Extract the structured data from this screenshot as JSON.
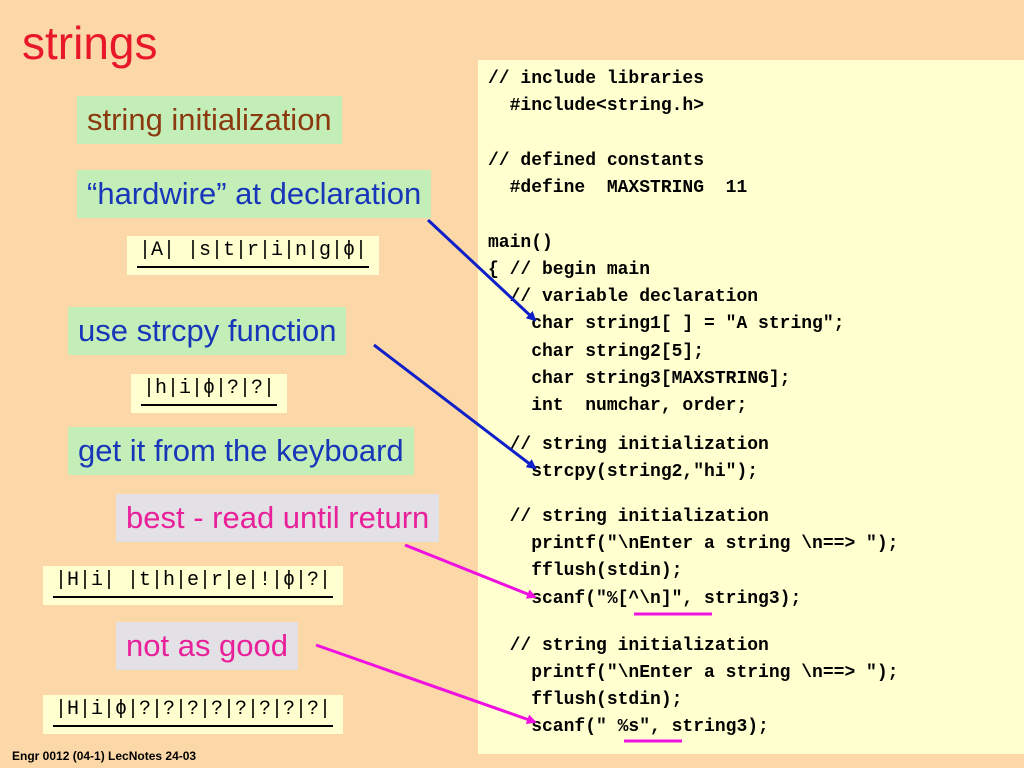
{
  "slide": {
    "title": "strings",
    "footer": "Engr 0012 (04-1) LecNotes 24-03"
  },
  "labels": {
    "string_initialization": "string initialization",
    "hardwire": "“hardwire” at declaration",
    "use_strcpy": "use strcpy function",
    "get_keyboard": "get it from the keyboard",
    "best_read": "best - read until return",
    "not_as_good": "not as good"
  },
  "memory": {
    "hardwire": "|A| |s|t|r|i|n|g|ϕ|",
    "strcpy": "|h|i|ϕ|?|?|",
    "best": "|H|i| |t|h|e|r|e|!|ϕ|?|",
    "not_good": "|H|i|ϕ|?|?|?|?|?|?|?|?|"
  },
  "code": {
    "lines": [
      "// include libraries",
      "  #include<string.h>",
      "",
      "// defined constants",
      "  #define  MAXSTRING  11",
      "",
      "main()",
      "{ // begin main",
      "  // variable declaration",
      "    char string1[ ] = \"A string\";",
      "    char string2[5];",
      "    char string3[MAXSTRING];",
      "    int  numchar, order;",
      "  // string initialization",
      "    strcpy(string2,\"hi\");",
      "  // string initialization",
      "    printf(\"\\nEnter a string \\n==> \");",
      "    fflush(stdin);",
      "    scanf(\"%[^\\n]\", string3);",
      "  // string initialization",
      "    printf(\"\\nEnter a string \\n==> \");",
      "    fflush(stdin);",
      "    scanf(\" %s\", string3);"
    ]
  },
  "colors": {
    "background": "#FCD8A8",
    "title": "#E8182A",
    "label_green_bg": "#C4EEB8",
    "label_pink_bg": "#E4E1E6",
    "pink_text": "#E8209A",
    "blue_text": "#1836B8",
    "brown_text": "#8B3A10",
    "code_bg": "#FFFFD0",
    "arrow_blue": "#1020C8",
    "arrow_magenta": "#F010E0"
  }
}
